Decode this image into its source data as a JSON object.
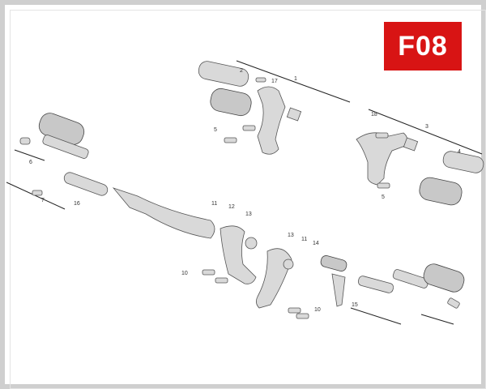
{
  "diagram": {
    "section_code": "F08",
    "badge_color": "#d81414",
    "callouts": [
      "1",
      "2",
      "17",
      "5",
      "5",
      "18",
      "3",
      "4",
      "6",
      "7",
      "16",
      "11",
      "12",
      "13",
      "13",
      "11",
      "14",
      "10",
      "10",
      "15"
    ]
  }
}
